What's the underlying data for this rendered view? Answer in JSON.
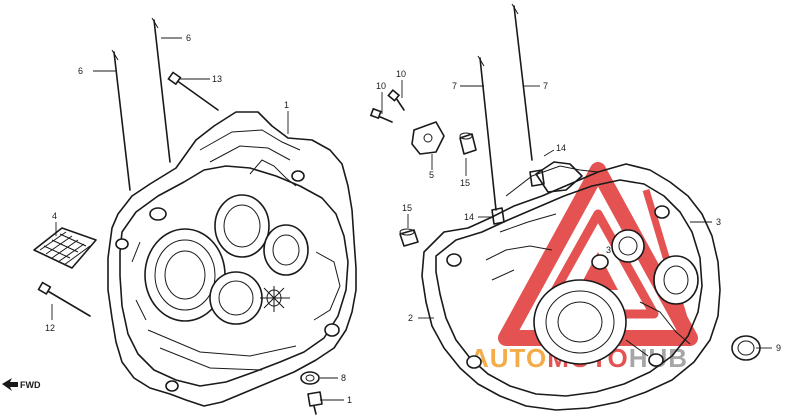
{
  "colors": {
    "ink": "#1a1a1a",
    "watermark_red": "#e23b3b",
    "watermark_orange": "#f2a12e",
    "watermark_gray": "#9a9a9a"
  },
  "fwd_marker": {
    "label": "FWD",
    "icon": "forward-arrow-icon"
  },
  "watermark": {
    "icon": "triangle-logo-icon",
    "text_parts": [
      {
        "text": "AUTO",
        "color": "#f2a12e"
      },
      {
        "text": "MOTO",
        "color": "#e23b3b"
      },
      {
        "text": "HUB",
        "color": "#9a9a9a"
      }
    ]
  },
  "callouts": [
    {
      "id": "c1a",
      "label": "1"
    },
    {
      "id": "c1b",
      "label": "1"
    },
    {
      "id": "c2",
      "label": "2"
    },
    {
      "id": "c3a",
      "label": "3"
    },
    {
      "id": "c3b",
      "label": "3"
    },
    {
      "id": "c4",
      "label": "4"
    },
    {
      "id": "c5",
      "label": "5"
    },
    {
      "id": "c6a",
      "label": "6"
    },
    {
      "id": "c6b",
      "label": "6"
    },
    {
      "id": "c7a",
      "label": "7"
    },
    {
      "id": "c7b",
      "label": "7"
    },
    {
      "id": "c8",
      "label": "8"
    },
    {
      "id": "c9",
      "label": "9"
    },
    {
      "id": "c10a",
      "label": "10"
    },
    {
      "id": "c10b",
      "label": "10"
    },
    {
      "id": "c12",
      "label": "12"
    },
    {
      "id": "c13",
      "label": "13"
    },
    {
      "id": "c14a",
      "label": "14"
    },
    {
      "id": "c14b",
      "label": "14"
    },
    {
      "id": "c15a",
      "label": "15"
    },
    {
      "id": "c15b",
      "label": "15"
    }
  ]
}
